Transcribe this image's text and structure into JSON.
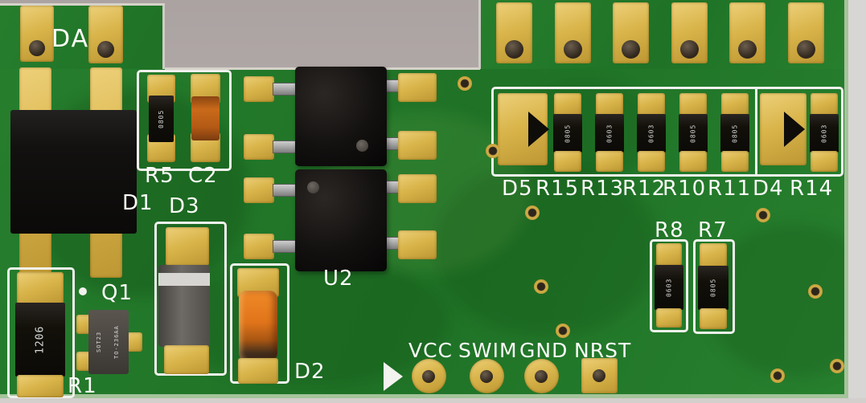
{
  "colors": {
    "board_green": "#217a28",
    "pad_gold": "#d9b54b",
    "silkscreen_white": "#f1f1ee",
    "component_black": "#121009",
    "capacitor_orange": "#e0741a",
    "background_gray": "#b5acac",
    "background_right": "#d8d6d4"
  },
  "silkscreen": {
    "da": "DA",
    "d1": "D1",
    "r5": "R5",
    "c2": "C2",
    "d3": "D3",
    "u2": "U2",
    "q1": "Q1",
    "r1": "R1",
    "d2": "D2",
    "d5": "D5",
    "r15": "R15",
    "r13": "R13",
    "r12": "R12",
    "r10": "R10",
    "r11": "R11",
    "d4": "D4",
    "r14": "R14",
    "r8": "R8",
    "r7": "R7",
    "vcc": "VCC",
    "swim": "SWIM",
    "gnd": "GND",
    "nrst": "NRST"
  },
  "markings": {
    "r5": "0805",
    "r1": "1206",
    "q1_top": "SOT23",
    "q1_bottom": "TO-236AA",
    "r15": "0805",
    "r13": "0603",
    "r12": "0603",
    "r10": "0805",
    "r11": "0805",
    "r14": "0603",
    "r8": "0603",
    "r7": "0805"
  }
}
